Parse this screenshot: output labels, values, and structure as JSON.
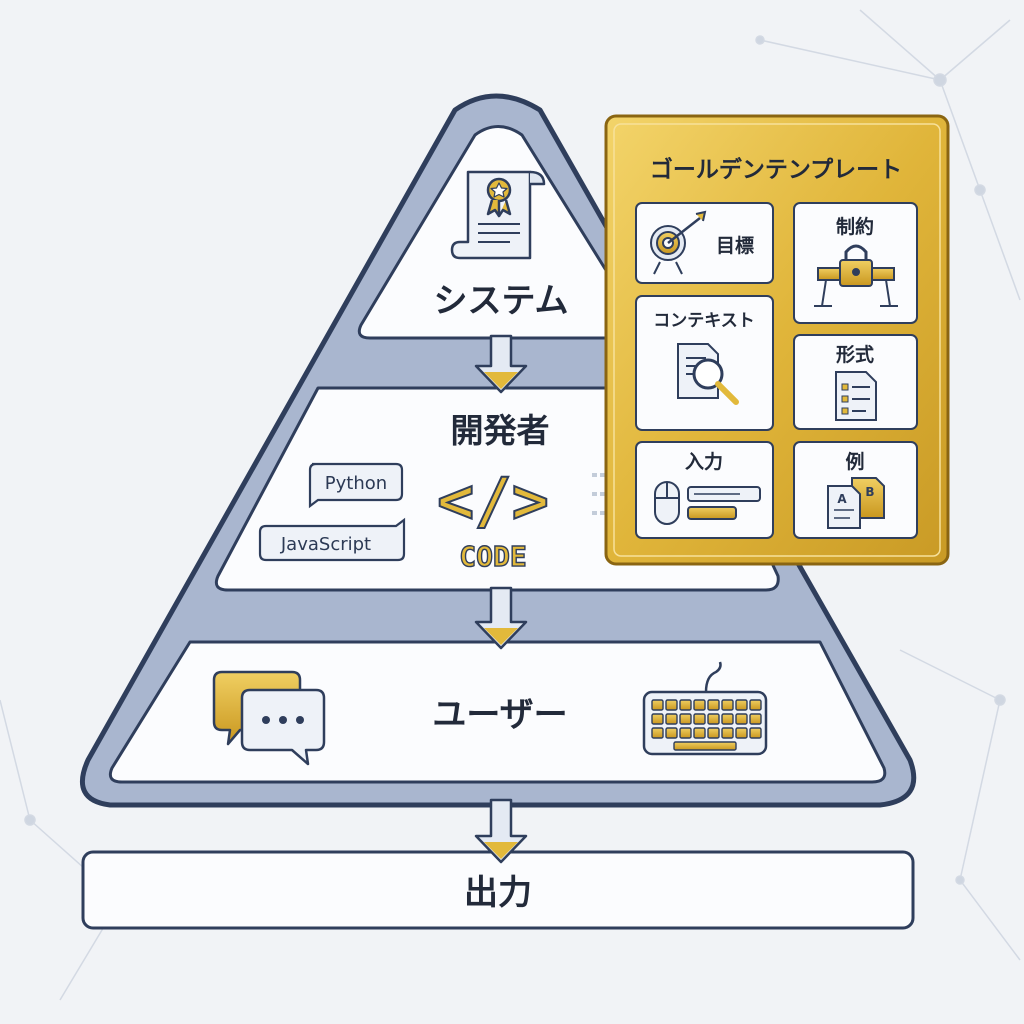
{
  "colors": {
    "navy": "#2f3e5c",
    "pyramid_fill": "#a9b6cf",
    "panel_fill": "#fbfcfe",
    "gold": "#e2b93b",
    "gold_dark": "#b88a1e",
    "background": "#f1f3f6"
  },
  "diagram": {
    "layers": {
      "system": {
        "label": "システム",
        "icon": "certificate-scroll-icon"
      },
      "developer": {
        "label": "開発者",
        "code_label": "CODE",
        "code_symbol": "</>",
        "languages": [
          "Python",
          "JavaScript"
        ]
      },
      "user": {
        "label": "ユーザー",
        "icons": [
          "chat-bubbles-icon",
          "keyboard-icon"
        ]
      },
      "output": {
        "label": "出力"
      }
    },
    "golden_template": {
      "title": "ゴールデンテンプレート",
      "cards": [
        {
          "label": "目標",
          "icon": "target-icon"
        },
        {
          "label": "制約",
          "icon": "lock-barrier-icon"
        },
        {
          "label": "コンテキスト",
          "icon": "document-search-icon"
        },
        {
          "label": "形式",
          "icon": "format-list-icon"
        },
        {
          "label": "入力",
          "icon": "mouse-input-icon"
        },
        {
          "label": "例",
          "icon": "example-documents-icon"
        }
      ]
    }
  }
}
